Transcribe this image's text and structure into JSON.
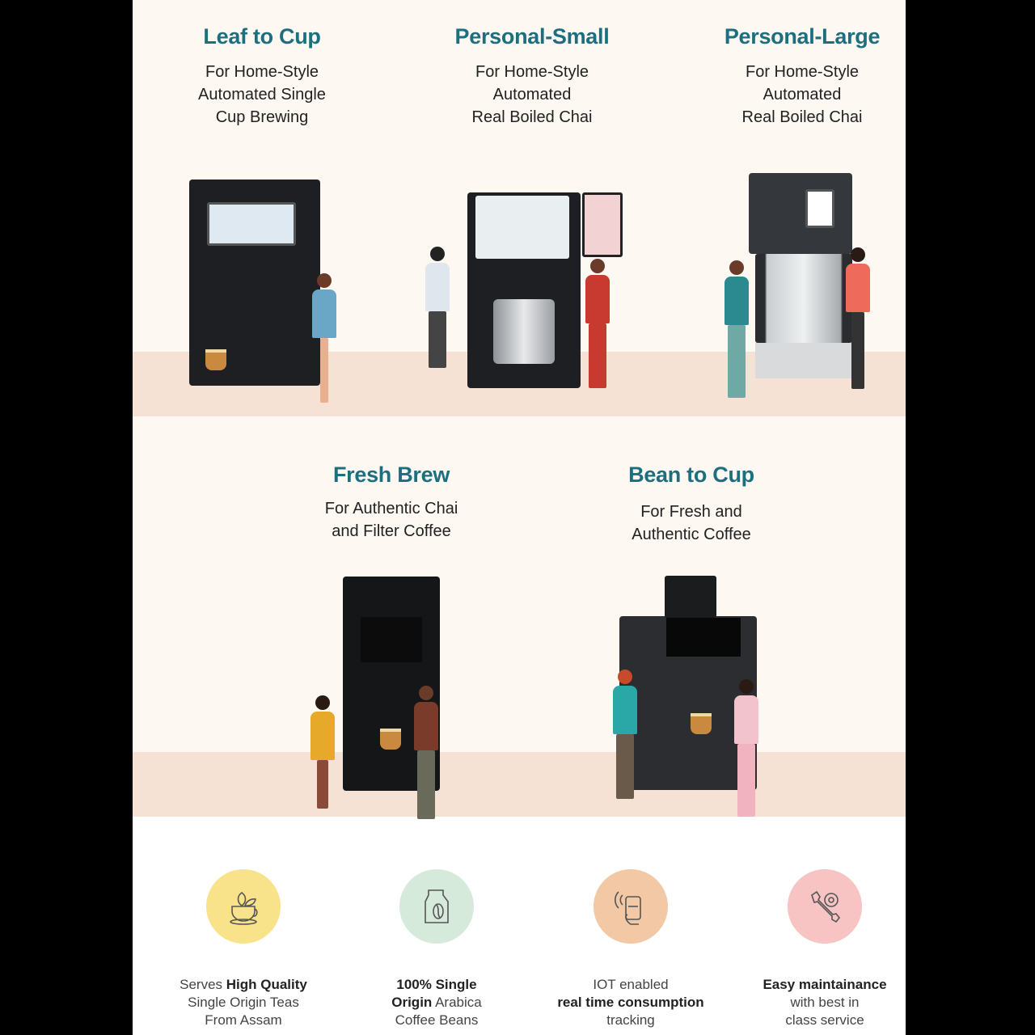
{
  "products": [
    {
      "title": "Leaf to Cup",
      "lines": [
        "For Home-Style",
        "Automated Single",
        "Cup Brewing"
      ]
    },
    {
      "title": "Personal-Small",
      "lines": [
        "For Home-Style",
        "Automated",
        "Real Boiled Chai"
      ]
    },
    {
      "title": "Personal-Large",
      "lines": [
        "For Home-Style",
        "Automated",
        "Real Boiled Chai"
      ]
    },
    {
      "title": "Fresh Brew",
      "lines": [
        "For Authentic Chai",
        "and Filter Coffee"
      ]
    },
    {
      "title": "Bean to Cup",
      "lines": [
        "For Fresh and",
        "Authentic Coffee"
      ]
    }
  ],
  "features": [
    {
      "icon": "tea-leaf-cup-icon",
      "color": "#f8e38a",
      "l1a": "Serves ",
      "l1b": "High Quality",
      "l2": "Single Origin Teas",
      "l3": "From Assam"
    },
    {
      "icon": "coffee-bag-icon",
      "color": "#d6eadb",
      "l1b": "100% Single",
      "l2b": "Origin",
      "l2": " Arabica",
      "l3": "Coffee Beans"
    },
    {
      "icon": "phone-tracking-icon",
      "color": "#f3c9a5",
      "l1": "IOT enabled",
      "l2b": "real time consumption",
      "l3": "tracking"
    },
    {
      "icon": "wrench-gear-icon",
      "color": "#f7c3c3",
      "l1b": "Easy maintainance",
      "l2": "with best in",
      "l3": "class service"
    }
  ]
}
